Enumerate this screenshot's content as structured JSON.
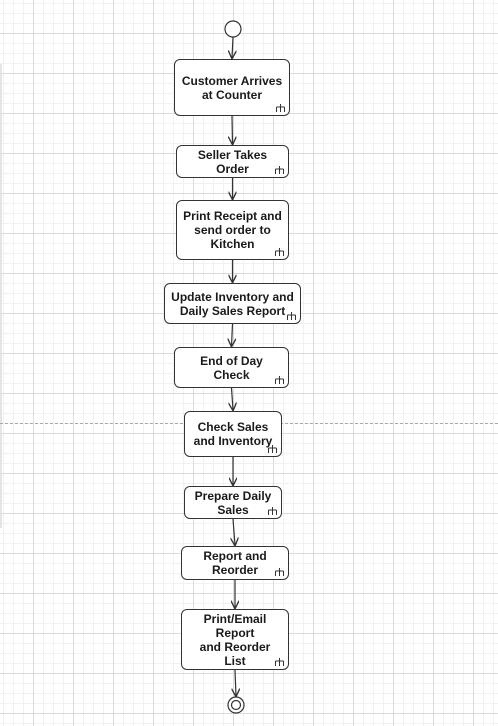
{
  "diagram": {
    "type": "uml-activity",
    "activities": [
      {
        "id": "customer-arrives",
        "label": "Customer Arrives\nat Counter"
      },
      {
        "id": "seller-takes-order",
        "label": "Seller Takes Order"
      },
      {
        "id": "print-receipt",
        "label": "Print Receipt and\nsend order to\nKitchen"
      },
      {
        "id": "update-inventory",
        "label": "Update Inventory and\nDaily Sales Report"
      },
      {
        "id": "end-of-day-check",
        "label": "End of Day Check"
      },
      {
        "id": "check-sales",
        "label": "Check Sales\nand  Inventory"
      },
      {
        "id": "prepare-daily-sales",
        "label": "Prepare Daily\nSales"
      },
      {
        "id": "report-reorder",
        "label": "Report and\nReorder"
      },
      {
        "id": "print-email-report",
        "label": "Print/Email Report\nand Reorder List"
      }
    ],
    "edges": [
      {
        "from": "start",
        "to": "customer-arrives"
      },
      {
        "from": "customer-arrives",
        "to": "seller-takes-order"
      },
      {
        "from": "seller-takes-order",
        "to": "print-receipt"
      },
      {
        "from": "print-receipt",
        "to": "update-inventory"
      },
      {
        "from": "update-inventory",
        "to": "end-of-day-check"
      },
      {
        "from": "end-of-day-check",
        "to": "check-sales"
      },
      {
        "from": "check-sales",
        "to": "prepare-daily-sales"
      },
      {
        "from": "prepare-daily-sales",
        "to": "report-reorder"
      },
      {
        "from": "report-reorder",
        "to": "print-email-report"
      },
      {
        "from": "print-email-report",
        "to": "end"
      }
    ],
    "colors": {
      "stroke": "#333333",
      "fill": "#ffffff",
      "grid": "#dcdcdc"
    }
  }
}
